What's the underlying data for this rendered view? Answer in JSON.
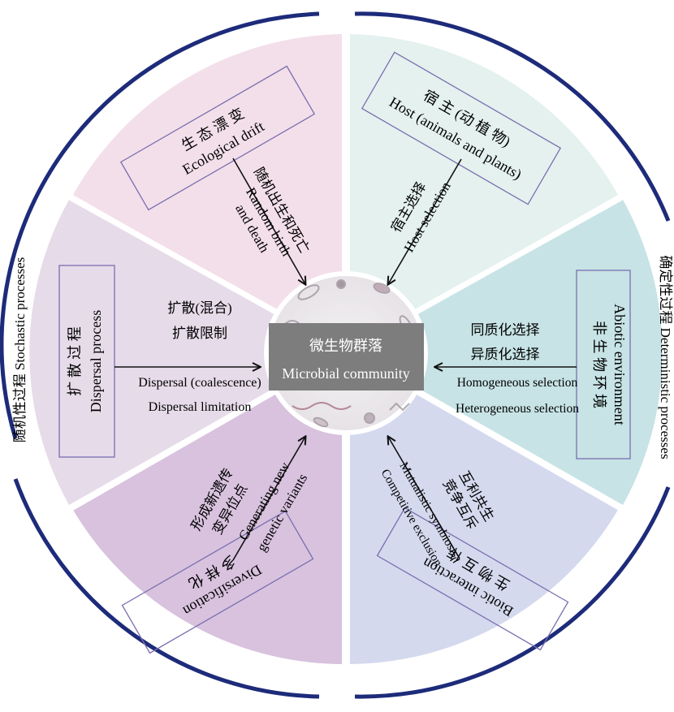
{
  "center": {
    "label_cn": "微生物群落",
    "label_en": "Microbial community"
  },
  "ring": {
    "left": "随机性过程 Stochastic processes",
    "right": "确定性过程 Deterministic processes"
  },
  "colors": {
    "ring": "#1d2b7a",
    "sector_drift": "#f3dfe9",
    "sector_dispersal": "#e6dbe9",
    "sector_diversification": "#d8c2de",
    "sector_host": "#e4f1ee",
    "sector_abiotic": "#c7e3e5",
    "sector_biotic": "#d4d9ee",
    "box_border": "#7b6fb0",
    "center_box": "#7d7d7d"
  },
  "sectors": {
    "drift": {
      "box_cn": "生 态 漂 变",
      "box_en": "Ecological drift",
      "process_cn": "随机出生和死亡",
      "process_en_1": "Random birth",
      "process_en_2": "and death"
    },
    "host": {
      "box_cn": "宿 主 (动 植 物)",
      "box_en": "Host (animals and plants)",
      "process_cn": "宿主选择",
      "process_en": "Host selection"
    },
    "dispersal": {
      "box_cn": "扩 散 过 程",
      "box_en": "Dispersal process",
      "proc_cn_1": "扩散(混合)",
      "proc_cn_2": "扩散限制",
      "proc_en_1": "Dispersal (coalescence)",
      "proc_en_2": "Dispersal limitation"
    },
    "abiotic": {
      "box_cn": "非 生 物 环 境",
      "box_en": "Abiotic environment",
      "proc_cn_1": "同质化选择",
      "proc_cn_2": "异质化选择",
      "proc_en_1": "Homogeneous selection",
      "proc_en_2": "Heterogeneous selection"
    },
    "diversification": {
      "box_cn": "多 样 化",
      "box_en": "Diversification",
      "proc_cn_1": "形成新遗传",
      "proc_cn_2": "变异位点",
      "proc_en_1": "Generating new",
      "proc_en_2": "genetic variants"
    },
    "biotic": {
      "box_cn": "生 物 互 作",
      "box_en": "Biotic interaction",
      "proc_cn_1": "互利共生",
      "proc_cn_2": "竞争互斥",
      "proc_en_1": "Mutualistic symbiosis",
      "proc_en_2": "Competitive exclusion"
    }
  }
}
